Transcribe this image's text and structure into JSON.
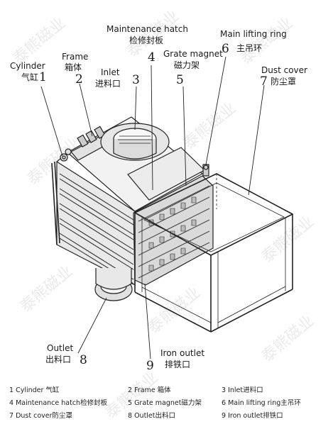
{
  "labels": {
    "cylinder": {
      "en": "Cylinder",
      "cn": "气缸",
      "num": "1"
    },
    "frame": {
      "en": "Frame",
      "cn": "箱体",
      "num": "2"
    },
    "inlet": {
      "en": "Inlet",
      "cn": "进料口",
      "num": "3"
    },
    "hatch": {
      "en": "Maintenance hatch",
      "cn": "检修封板",
      "num": "4"
    },
    "grate": {
      "en": "Grate magnet",
      "cn": "磁力架",
      "num": "5"
    },
    "ring": {
      "en": "Main lifting ring",
      "cn": "主吊环",
      "num": "6"
    },
    "dust": {
      "en": "Dust cover",
      "cn": "防尘罩",
      "num": "7"
    },
    "outlet": {
      "en": "Outlet",
      "cn": "出料口",
      "num": "8"
    },
    "iron": {
      "en": "Iron outlet",
      "cn": "排铁口",
      "num": "9"
    }
  },
  "legend": [
    "1 Cylinder 气缸",
    "2 Frame 箱体",
    "3 Inlet进料口",
    "4 Maintenance hatch检修封板",
    "5 Grate magnet磁力架",
    "6 Main lifting ring主吊环",
    "7 Dust cover防尘罩",
    "8 Outlet出料口",
    "9 Iron outlet排铁口"
  ],
  "watermark": "泰熊磁业"
}
